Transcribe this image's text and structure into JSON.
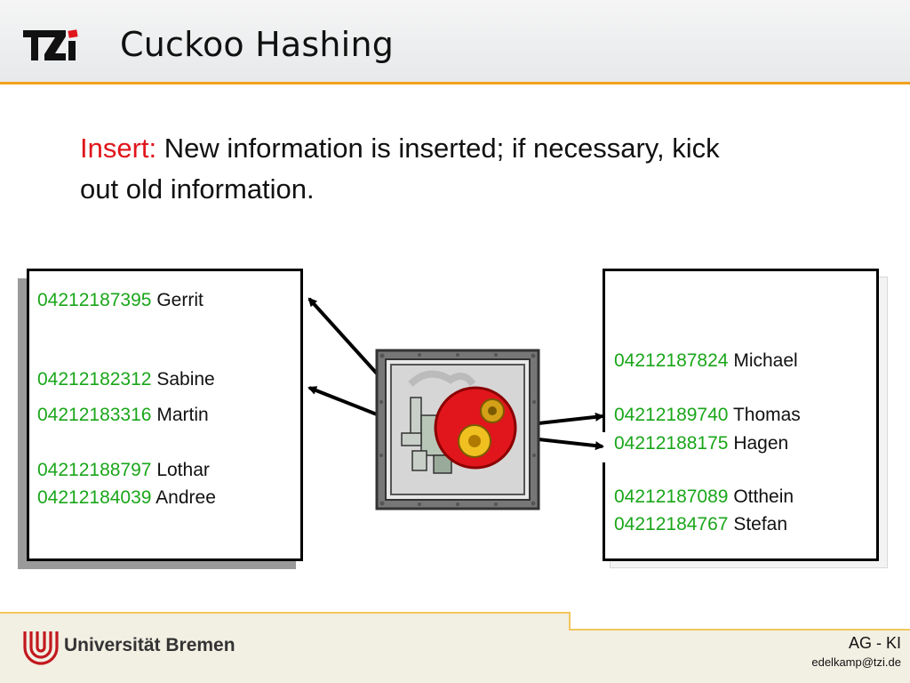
{
  "slide": {
    "title": "Cuckoo Hashing",
    "logo_text": "TZi",
    "intro": {
      "keyword": "Insert:",
      "line1": "New information is inserted; if necessary, kick",
      "line2": "out old information."
    }
  },
  "left_table": {
    "entries": [
      {
        "number": "04212187395",
        "name": "Gerrit"
      },
      {
        "number": "04212182312",
        "name": "Sabine"
      },
      {
        "number": "04212183316",
        "name": "Martin"
      },
      {
        "number": "04212188797",
        "name": "Lothar"
      },
      {
        "number": "04212184039",
        "name": "Andree"
      }
    ]
  },
  "right_table": {
    "entries": [
      {
        "number": "04212187824",
        "name": "Michael"
      },
      {
        "number": "04212189740",
        "name": "Thomas"
      },
      {
        "number": "04212188175",
        "name": "Hagen"
      },
      {
        "number": "04212187089",
        "name": "Otthein"
      },
      {
        "number": "04212184767",
        "name": "Stefan"
      }
    ]
  },
  "footer": {
    "university": "Universität Bremen",
    "group": "AG - KI",
    "email": "edelkamp@tzi.de"
  },
  "colors": {
    "accent_orange": "#f2a21c",
    "keyword_red": "#e0161c",
    "number_green": "#1aa61a"
  },
  "icons": [
    "tzi-logo",
    "machine-gears-icon",
    "university-bremen-logo-icon"
  ]
}
